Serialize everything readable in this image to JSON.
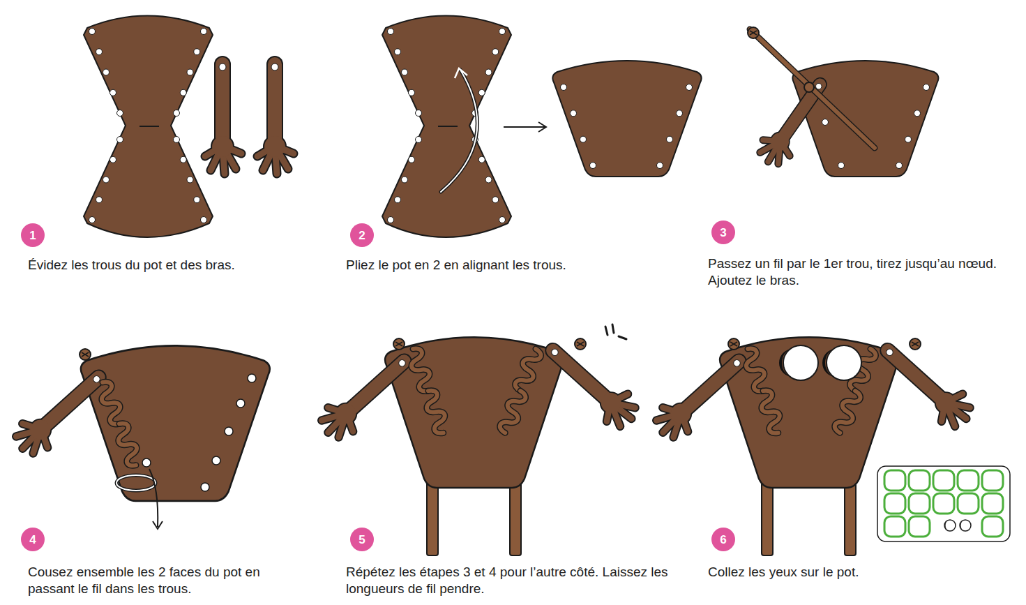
{
  "diagram": {
    "nodes": [
      {
        "text": [
          "1"
        ]
      },
      {
        "text": [
          "2"
        ]
      },
      {
        "text": [
          "3"
        ]
      },
      {
        "text": [
          "4"
        ]
      },
      {
        "text": [
          "5"
        ]
      },
      {
        "text": [
          "6"
        ]
      }
    ],
    "labels": [
      "Évidez les trous du pot et des bras.",
      "Pliez le pot en 2 en alignant les trous.",
      "Passez un fil par le 1er trou, tirez jusqu’au nœud. Ajoutez le bras.",
      "Cousez ensemble les 2 faces du pot en passant le fil dans les trous.",
      "Répétez les étapes 3 et 4 pour l’autre côté. Laissez les longueurs de fil pendre.",
      "Collez les yeux sur le pot."
    ]
  }
}
